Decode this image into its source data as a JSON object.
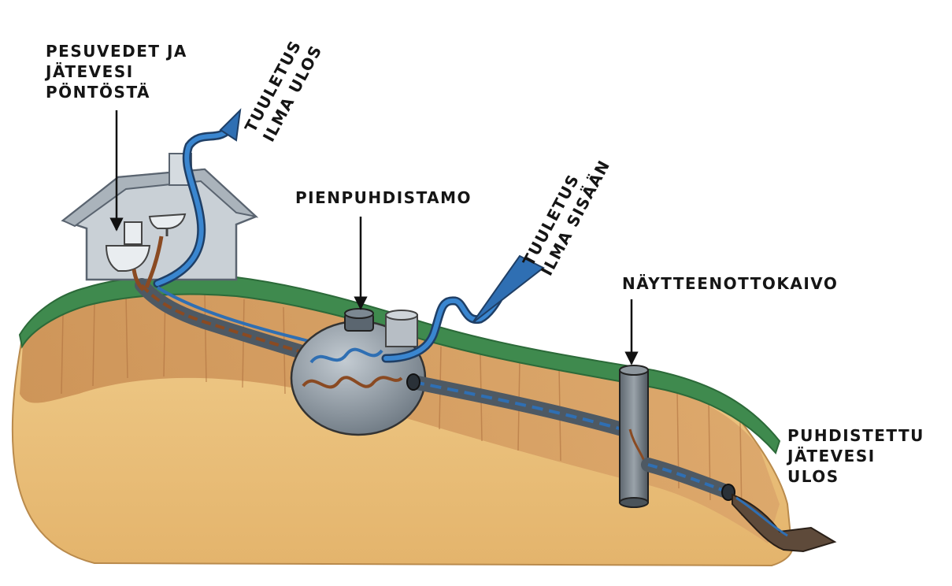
{
  "labels": {
    "wastewater_source": [
      "PESUVEDET JA",
      "JÄTEVESI",
      "PÖNTÖSTÄ"
    ],
    "vent_out": [
      "TUULETUS",
      "ILMA ULOS"
    ],
    "treatment_plant": "PIENPUHDISTAMO",
    "vent_in": [
      "TUULETUS",
      "ILMA SISÄÄN"
    ],
    "sampling_well": "NÄYTTEENOTTOKAIVO",
    "treated_outflow": [
      "PUHDISTETTU",
      "JÄTEVESI",
      "ULOS"
    ]
  },
  "colors": {
    "soil": "#e8be7a",
    "soil_cut": "#d49a5c",
    "grass": "#3f8a4e",
    "house": "#c9d0d6",
    "pipe": "#4e5963",
    "air_blue": "#2f6fb3",
    "waste_brown": "#8a4a22",
    "tank": "#8f9aa4"
  }
}
